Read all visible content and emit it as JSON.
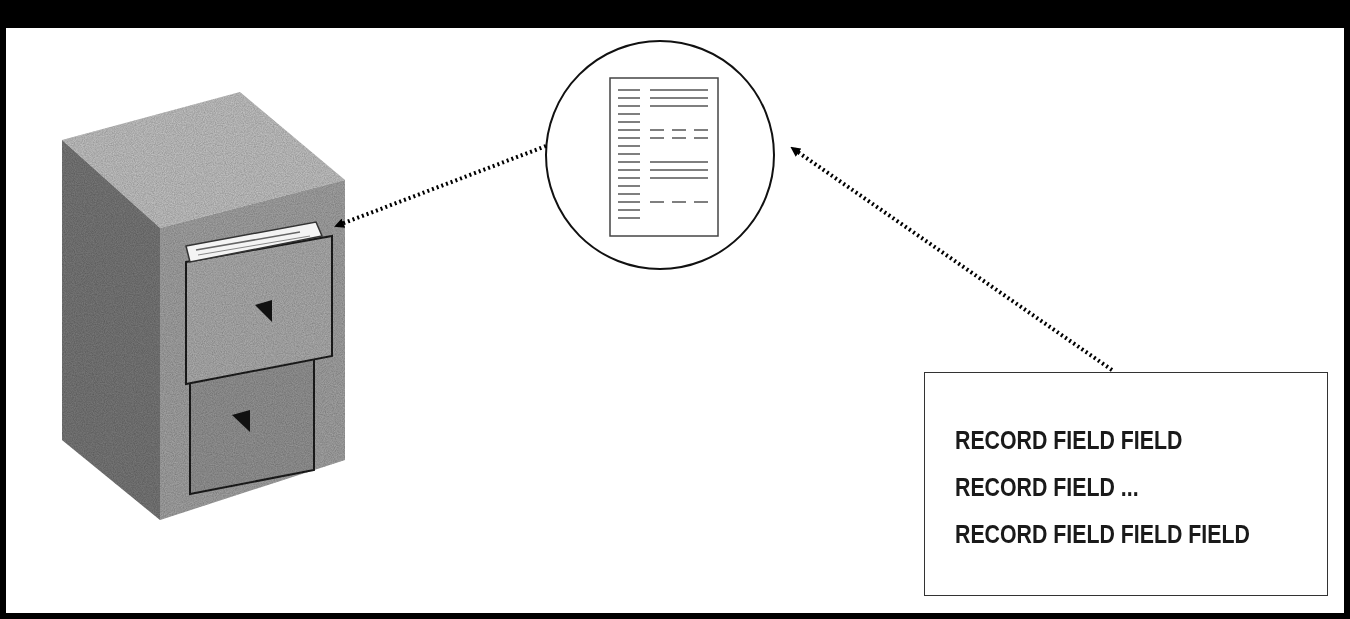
{
  "diagram": {
    "nodes": [
      {
        "text": [
          "RECORD FIELD FIELD",
          "RECORD FIELD ...",
          "RECORD FIELD FIELD FIELD"
        ]
      }
    ]
  }
}
